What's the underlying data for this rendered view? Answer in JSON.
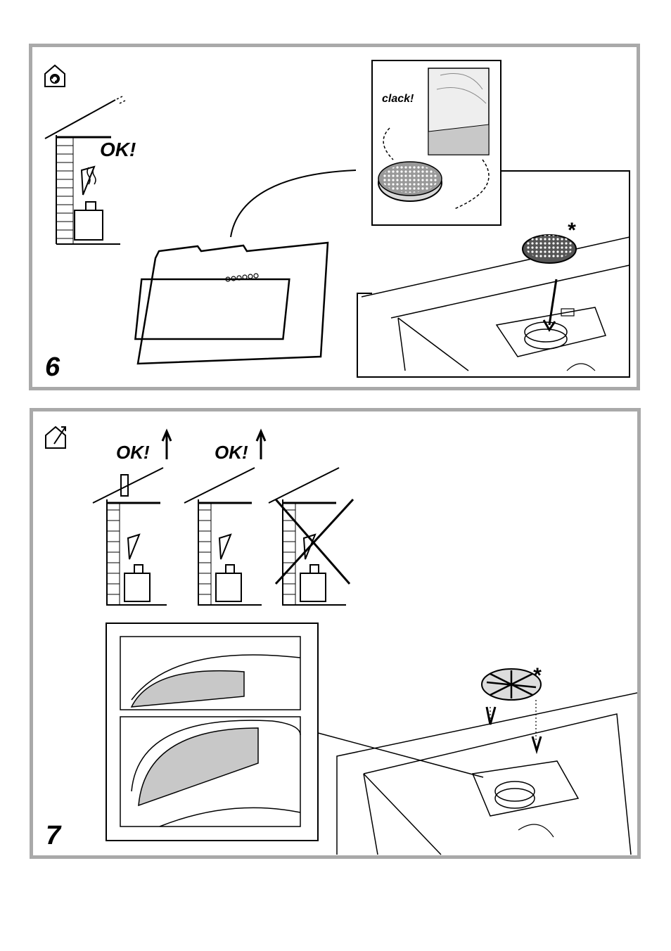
{
  "step6": {
    "number": "6",
    "ok_label": "OK!",
    "clack_label": "clack!",
    "asterisk": "*",
    "icon": "recirculation-house-icon"
  },
  "step7": {
    "number": "7",
    "ok_label_1": "OK!",
    "ok_label_2": "OK!",
    "asterisk": "*",
    "icon": "ducted-house-icon"
  }
}
